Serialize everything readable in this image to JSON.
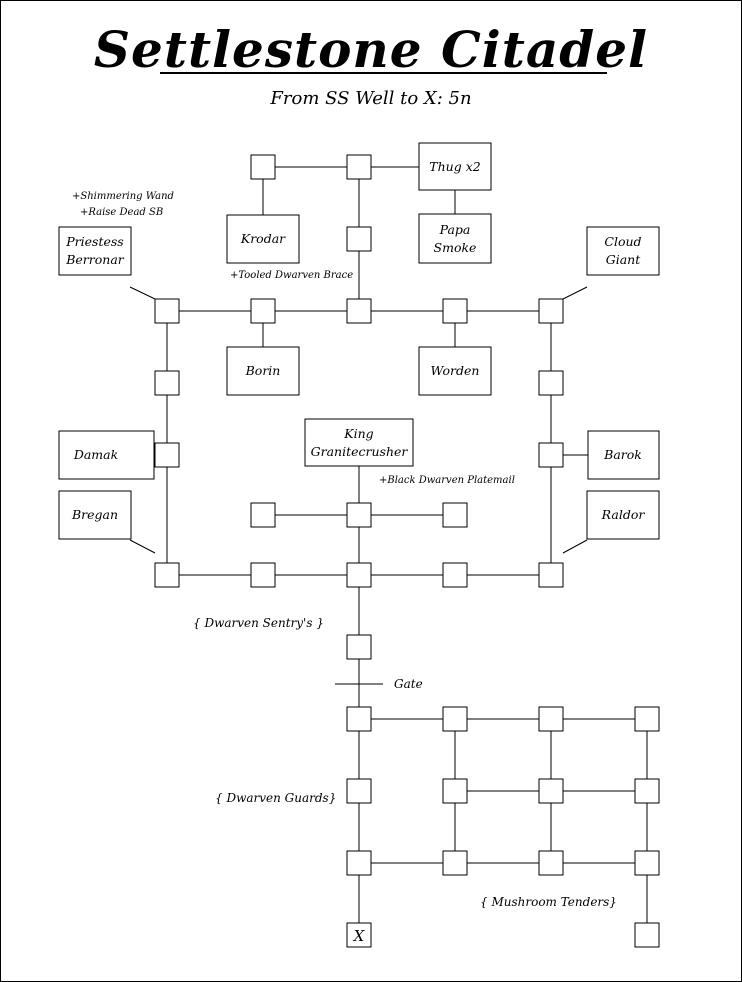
{
  "title": "Settlestone Citadel",
  "subtitle": "From SS Well to X: 5n",
  "rooms": {
    "thug": "Thug x2",
    "krodar": "Krodar",
    "papa_1": "Papa",
    "papa_2": "Smoke",
    "priestess_1": "Priestess",
    "priestess_2": "Berronar",
    "cloud_1": "Cloud",
    "cloud_2": "Giant",
    "borin": "Borin",
    "worden": "Worden",
    "king_1": "King",
    "king_2": "Granitecrusher",
    "damak": "Damak",
    "barok": "Barok",
    "bregan": "Bregan",
    "raldor": "Raldor",
    "x_mark": "X"
  },
  "notes": {
    "wand": "+Shimmering Wand",
    "raise_dead": "+Raise Dead SB",
    "brace": "+Tooled Dwarven Brace",
    "platemail": "+Black Dwarven Platemail"
  },
  "groups": {
    "sentry": "{ Dwarven Sentry's }",
    "gate": "Gate",
    "guards": "{ Dwarven Guards}",
    "tenders": "{ Mushroom Tenders}"
  }
}
